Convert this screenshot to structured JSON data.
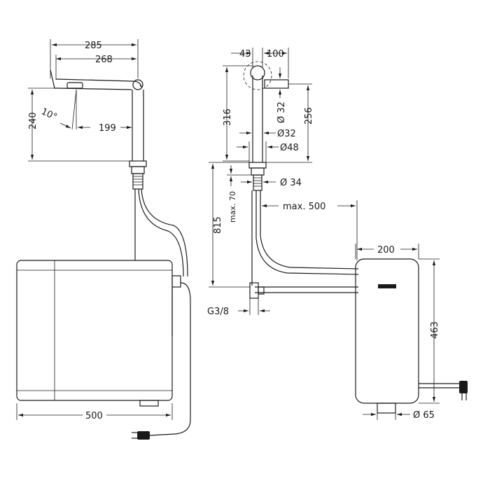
{
  "dimensions": {
    "d285": "285",
    "d268": "268",
    "d240": "240",
    "d10deg": "10°",
    "d199": "199",
    "d500": "500",
    "d43": "43",
    "d100": "100",
    "d316": "316",
    "d256": "256",
    "d32a": "Ø 32",
    "d32b": "Ø32",
    "d48": "Ø48",
    "d34": "Ø 34",
    "d815": "815",
    "dmax70": "max. 70",
    "dmax500": "max. 500",
    "d200": "200",
    "d463": "463",
    "dG38": "G3/8",
    "d65": "Ø 65"
  }
}
